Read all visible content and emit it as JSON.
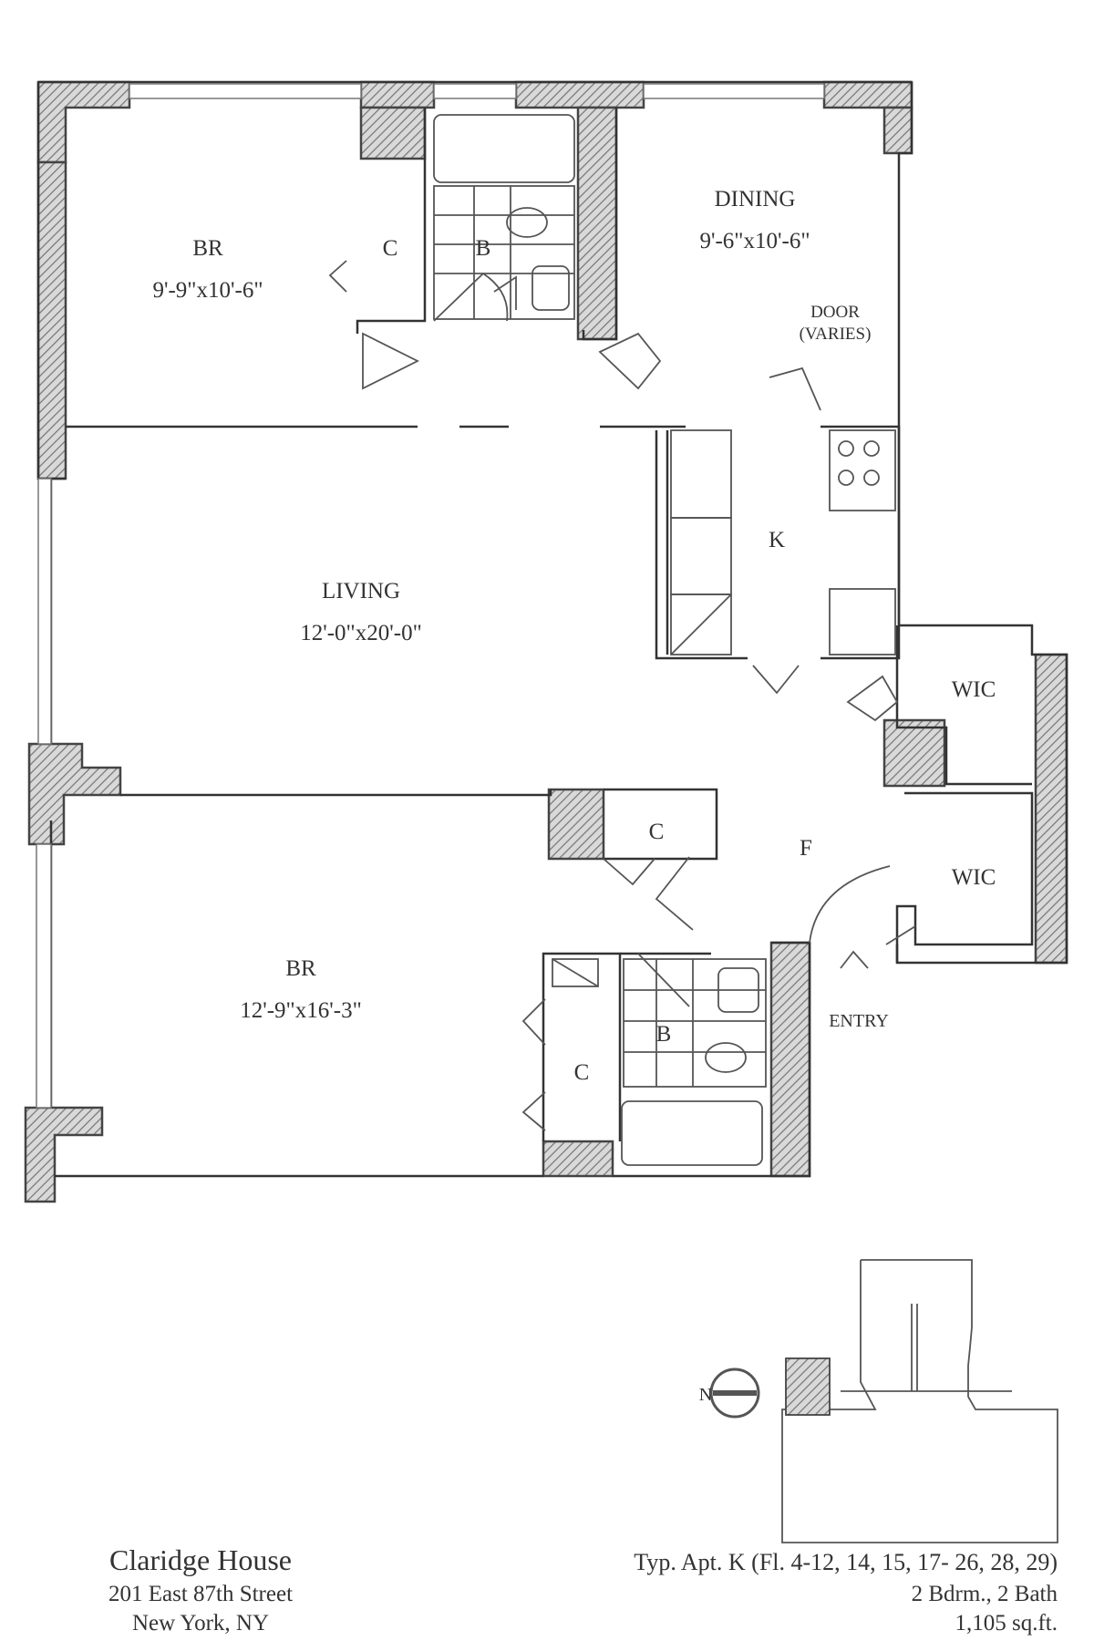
{
  "rooms": {
    "br1": {
      "name": "BR",
      "size": "9'-9\"x10'-6\""
    },
    "br2": {
      "name": "BR",
      "size": "12'-9\"x16'-3\""
    },
    "living": {
      "name": "LIVING",
      "size": "12'-0\"x20'-0\""
    },
    "dining": {
      "name": "DINING",
      "size": "9'-6\"x10'-6\""
    },
    "kitchen": "K",
    "foyer": "F",
    "closet": "C",
    "bath": "B",
    "wic": "WIC"
  },
  "annotations": {
    "door_line1": "DOOR",
    "door_line2": "(VARIES)",
    "entry": "ENTRY",
    "north": "N"
  },
  "building": {
    "name": "Claridge House",
    "address": "201 East 87th Street",
    "city": "New York, NY"
  },
  "apartment": {
    "line1": "Typ. Apt. K (Fl. 4-12, 14, 15, 17- 26, 28, 29)",
    "line2": "2 Bdrm., 2 Bath",
    "line3": "1,105 sq.ft."
  }
}
